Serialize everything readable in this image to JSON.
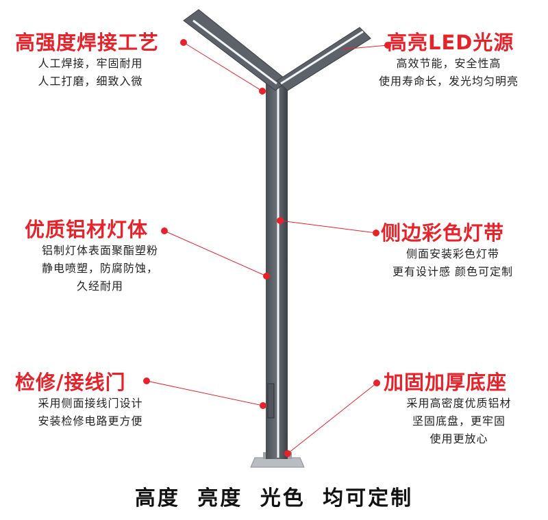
{
  "features": {
    "weld": {
      "title": "高强度焊接工艺",
      "lines": [
        "人工焊接，牢固耐用",
        "人工打磨，细致入微"
      ]
    },
    "led": {
      "title": "高亮LED光源",
      "lines": [
        "高效节能，安全性高",
        "使用寿命长，发光均匀明亮"
      ]
    },
    "aluminum": {
      "title": "优质铝材灯体",
      "lines": [
        "铝制灯体表面聚酯塑粉",
        "静电喷塑，防腐防蚀，",
        "久经耐用"
      ]
    },
    "strip": {
      "title": "侧边彩色灯带",
      "lines": [
        "侧面安装彩色灯带",
        "更有设计感 颜色可定制"
      ]
    },
    "door": {
      "title": "检修/接线门",
      "lines": [
        "采用侧面接线门设计",
        "安装检修电路更方便"
      ]
    },
    "base": {
      "title": "加固加厚底座",
      "lines": [
        "采用高密度优质铝材",
        "坚固底盘，更牢固",
        "使用更放心"
      ]
    }
  },
  "footer": "高度 亮度 光色 均可定制",
  "colors": {
    "accent": "#e8222a",
    "pole": "#5a5f66",
    "pole_dark": "#3d4147",
    "strip": "#f2f4f7"
  }
}
